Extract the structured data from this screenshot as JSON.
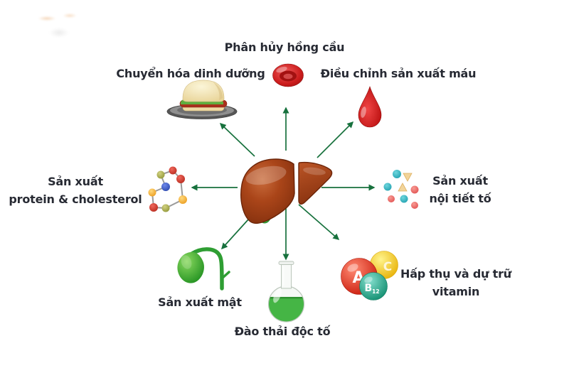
{
  "diagram": {
    "subject": "liver-functions",
    "center_organ": "liver"
  },
  "functions": {
    "top": {
      "label": "Phân hủy hồng cầu",
      "icon": "red-blood-cell"
    },
    "top_left": {
      "label": "Chuyển hóa dinh dưỡng",
      "icon": "hamburger-on-plate"
    },
    "top_right": {
      "label": "Điều chỉnh sản xuất máu",
      "icon": "blood-drop"
    },
    "left": {
      "line1": "Sản xuất",
      "line2": "protein & cholesterol",
      "icon": "molecule-chain"
    },
    "right": {
      "line1": "Sản xuất",
      "line2": "nội tiết tố",
      "icon": "hormone-particles"
    },
    "bottom_left": {
      "label": "Sản xuất mật",
      "icon": "gallbladder"
    },
    "bottom": {
      "label": "Đào thải độc tố",
      "icon": "flask-green-liquid"
    },
    "bottom_right": {
      "line1": "Hấp thụ và dự trữ",
      "line2": "vitamin",
      "icon": "vitamin-spheres"
    }
  },
  "vitamins": {
    "a": "A",
    "c": "C",
    "b": "B",
    "b_sub": "12"
  },
  "colors": {
    "arrow": "#17713d",
    "label_text": "#272a33",
    "liver_main": "#a8441a",
    "bile_green": "#2f9e33",
    "flask_liquid": "#45b545",
    "vitamin_a_red": "#c81708",
    "vitamin_c_yellow": "#e7ae00",
    "vitamin_b12_teal": "#0c8a6b",
    "hormone_teal": "#2ab3c0",
    "hormone_salmon": "#ef6a6a"
  }
}
